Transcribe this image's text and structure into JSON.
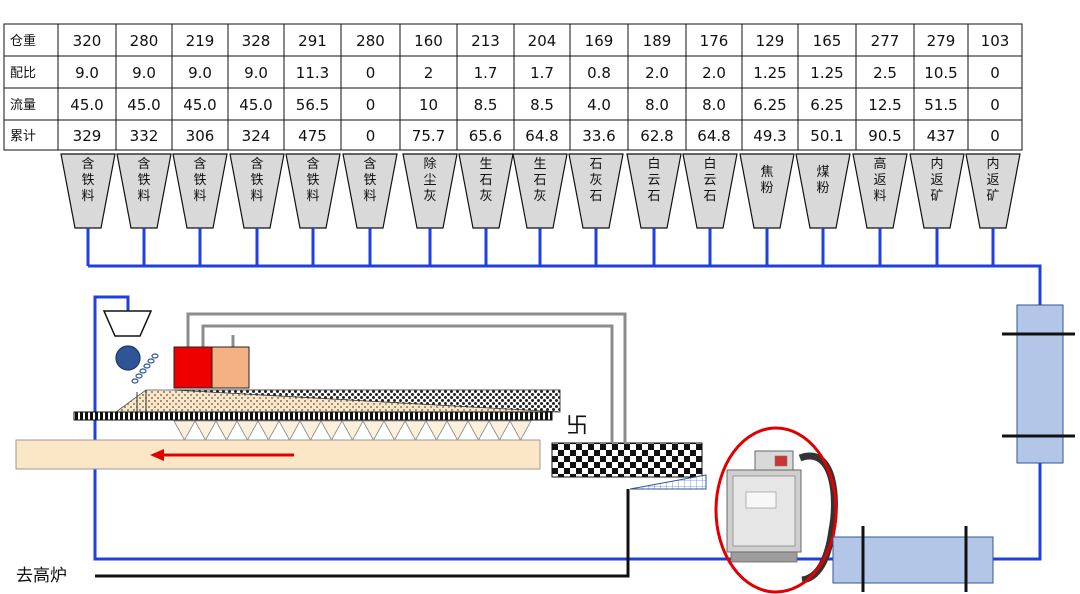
{
  "table": {
    "rows": [
      {
        "label": "仓重",
        "values": [
          "320",
          "280",
          "219",
          "328",
          "291",
          "280",
          "160",
          "213",
          "204",
          "169",
          "189",
          "176",
          "129",
          "165",
          "277",
          "279",
          "103"
        ]
      },
      {
        "label": "配比",
        "values": [
          "9.0",
          "9.0",
          "9.0",
          "9.0",
          "11.3",
          "0",
          "2",
          "1.7",
          "1.7",
          "0.8",
          "2.0",
          "2.0",
          "1.25",
          "1.25",
          "2.5",
          "10.5",
          "0"
        ]
      },
      {
        "label": "流量",
        "values": [
          "45.0",
          "45.0",
          "45.0",
          "45.0",
          "56.5",
          "0",
          "10",
          "8.5",
          "8.5",
          "4.0",
          "8.0",
          "8.0",
          "6.25",
          "6.25",
          "12.5",
          "51.5",
          "0"
        ]
      },
      {
        "label": "累计",
        "values": [
          "329",
          "332",
          "306",
          "324",
          "475",
          "0",
          "75.7",
          "65.6",
          "64.8",
          "33.6",
          "62.8",
          "64.8",
          "49.3",
          "50.1",
          "90.5",
          "437",
          "0"
        ]
      }
    ]
  },
  "hoppers": [
    "含铁料",
    "含铁料",
    "含铁料",
    "含铁料",
    "含铁料",
    "含铁料",
    "除尘灰",
    "生石灰",
    "生石灰",
    "石灰石",
    "白云石",
    "白云石",
    "焦粉",
    "煤粉",
    "高返料",
    "内返矿",
    "内返矿"
  ],
  "outlet_label": "去高炉",
  "colors": {
    "pipe": "#1f3fe0",
    "hopper_fill": "#d9d9d9",
    "belt": "#b4c6e7",
    "highlight": "#e00000",
    "strand": "#fbe7c6",
    "red_block": "#ee0000",
    "salmon_block": "#f4b183"
  }
}
